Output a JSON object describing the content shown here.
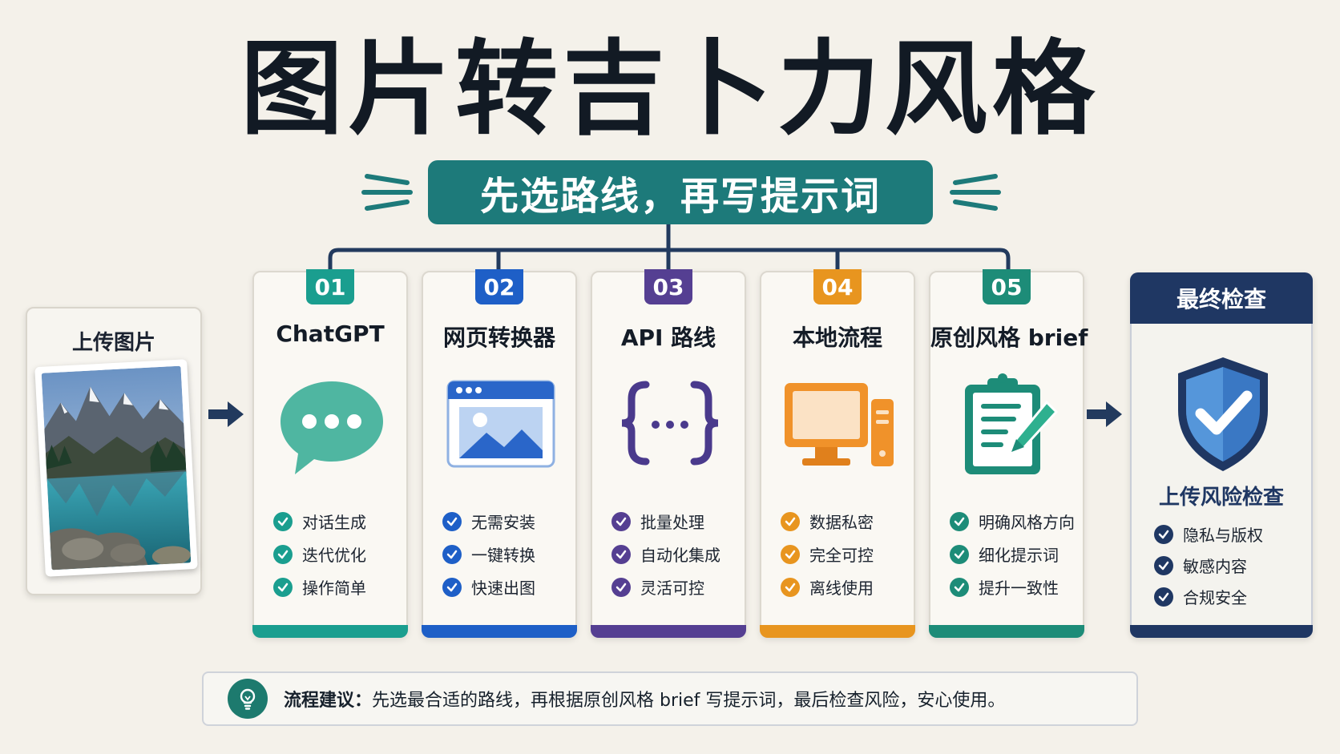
{
  "title": "图片转吉卜力风格",
  "subtitle": "先选路线，再写提示词",
  "upload": {
    "title": "上传图片"
  },
  "routes": [
    {
      "num": "01",
      "title": "ChatGPT",
      "icon": "chat-bubble-icon",
      "color": "#1a9e8f",
      "features": [
        "对话生成",
        "迭代优化",
        "操作简单"
      ]
    },
    {
      "num": "02",
      "title": "网页转换器",
      "icon": "web-image-icon",
      "color": "#1e5fc7",
      "features": [
        "无需安装",
        "一键转换",
        "快速出图"
      ]
    },
    {
      "num": "03",
      "title": "API 路线",
      "icon": "code-braces-icon",
      "color": "#553f92",
      "features": [
        "批量处理",
        "自动化集成",
        "灵活可控"
      ]
    },
    {
      "num": "04",
      "title": "本地流程",
      "icon": "desktop-computer-icon",
      "color": "#e8951f",
      "features": [
        "数据私密",
        "完全可控",
        "离线使用"
      ]
    },
    {
      "num": "05",
      "title": "原创风格 brief",
      "icon": "clipboard-pencil-icon",
      "color": "#1d8c78",
      "features": [
        "明确风格方向",
        "细化提示词",
        "提升一致性"
      ]
    }
  ],
  "final": {
    "header": "最终检查",
    "icon": "shield-check-icon",
    "subtitle": "上传风险检查",
    "color": "#1f3763",
    "items": [
      "隐私与版权",
      "敏感内容",
      "合规安全"
    ]
  },
  "tip": {
    "icon": "lightbulb-icon",
    "label": "流程建议：",
    "text": "先选最合适的路线，再根据原创风格 brief 写提示词，最后检查风险，安心使用。"
  }
}
